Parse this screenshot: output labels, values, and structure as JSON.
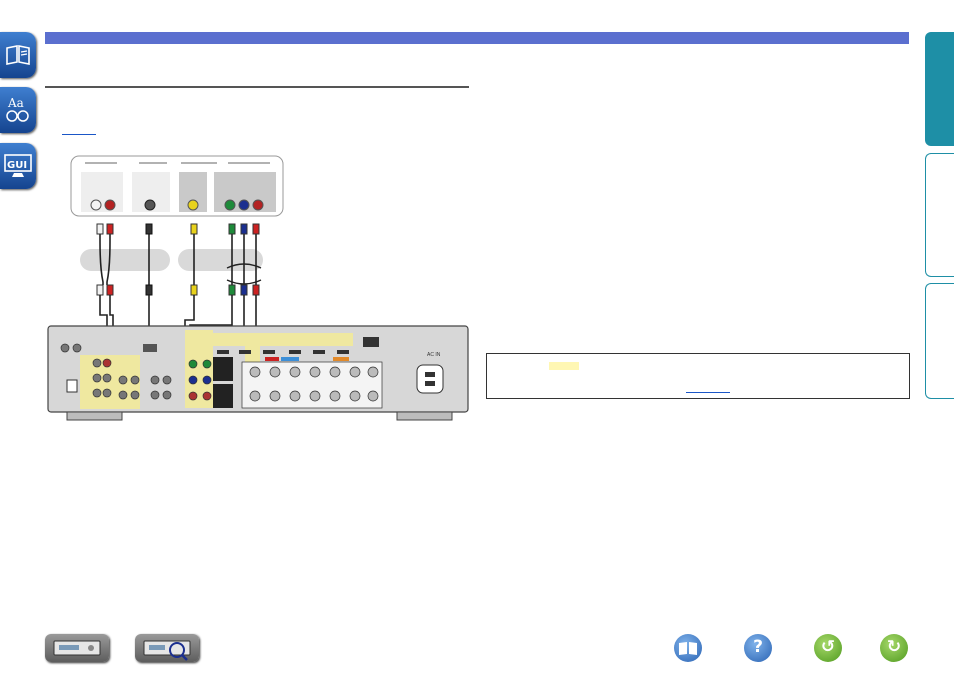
{
  "nav": {
    "items": [
      {
        "name": "contents",
        "icon": "book-icon"
      },
      {
        "name": "index",
        "icon": "index-aa-icon",
        "label": "Aa"
      },
      {
        "name": "gui",
        "icon": "gui-icon",
        "label": "GUI"
      }
    ]
  },
  "right_tabs": [
    {
      "name": "tab-1",
      "color": "#1e8fa6"
    },
    {
      "name": "tab-2",
      "color": "#ffffff"
    },
    {
      "name": "tab-3",
      "color": "#ffffff"
    }
  ],
  "colors": {
    "top_bar": "#5b6fcf",
    "tab_accent": "#1e8fa6",
    "nav_blue": "#1f5fb8",
    "link": "#1a56c7",
    "note_highlight": "#fff7b3"
  },
  "diagram": {
    "device_groups": [
      {
        "name": "audio",
        "connectors": [
          "white",
          "red"
        ]
      },
      {
        "name": "digital",
        "connectors": [
          "black"
        ]
      },
      {
        "name": "video",
        "connectors": [
          "yellow"
        ]
      },
      {
        "name": "component",
        "connectors": [
          "green",
          "blue",
          "red"
        ]
      }
    ],
    "receiver_label": "AC IN"
  },
  "bottom_nav": {
    "left": [
      {
        "name": "front-panel-button",
        "icon": "receiver-front-icon"
      },
      {
        "name": "remote-panel-button",
        "icon": "receiver-rear-icon"
      }
    ],
    "right": [
      {
        "name": "contents-button",
        "icon": "book-icon",
        "glyph": ""
      },
      {
        "name": "help-button",
        "icon": "question-icon",
        "glyph": "?"
      },
      {
        "name": "back-button",
        "icon": "back-arrow-icon",
        "glyph": "↺"
      },
      {
        "name": "forward-button",
        "icon": "forward-arrow-icon",
        "glyph": "↻"
      }
    ]
  }
}
